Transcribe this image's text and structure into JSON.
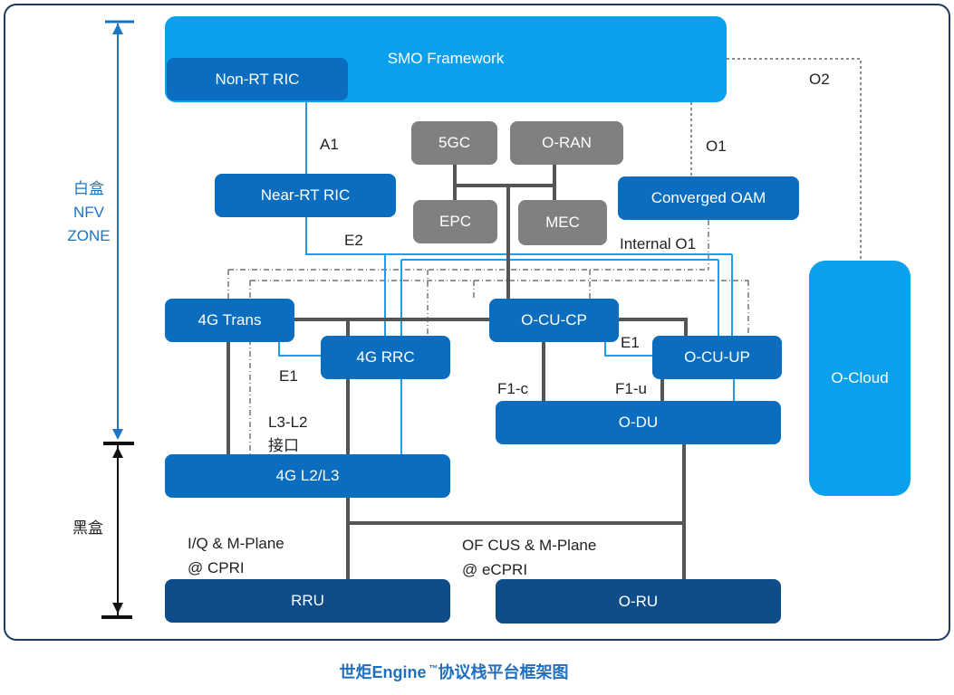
{
  "diagram": {
    "nodes": {
      "smo_framework": "SMO Framework",
      "non_rt_ric": "Non-RT RIC",
      "near_rt_ric": "Near-RT RIC",
      "core_5gc": "5GC",
      "o_ran": "O-RAN",
      "epc": "EPC",
      "mec": "MEC",
      "converged_oam": "Converged OAM",
      "o_cloud": "O-Cloud",
      "trans_4g": "4G Trans",
      "rrc_4g": "4G RRC",
      "o_cu_cp": "O-CU-CP",
      "o_cu_up": "O-CU-UP",
      "o_du": "O-DU",
      "l2l3_4g": "4G L2/L3",
      "rru": "RRU",
      "o_ru": "O-RU"
    },
    "interfaces": {
      "a1": "A1",
      "o1": "O1",
      "o2": "O2",
      "e2": "E2",
      "internal_o1": "Internal O1",
      "e1_4g": "E1",
      "e1_5g": "E1",
      "f1_c": "F1-c",
      "f1_u": "F1-u",
      "l3_l2_line1": "L3-L2",
      "l3_l2_line2": "接口",
      "cpri_line1": "I/Q & M-Plane",
      "cpri_line2": "@ CPRI",
      "ecpri_line1": "OF CUS & M-Plane",
      "ecpri_line2": "@ eCPRI"
    },
    "zones": {
      "white_box": "白盒",
      "nfv": "NFV",
      "zone": "ZONE",
      "black_box": "黑盒"
    }
  },
  "caption": {
    "prefix": "世炬Engine",
    "tm": "™",
    "suffix": "协议栈平台框架图"
  },
  "colors": {
    "bright": "#0aa0ec",
    "mid": "#0b6dbf",
    "navy": "#0f4c8a",
    "gray": "#808080",
    "frame": "#1e3a5f",
    "zone": "#1a74c4",
    "caption": "#1f6fbf"
  }
}
